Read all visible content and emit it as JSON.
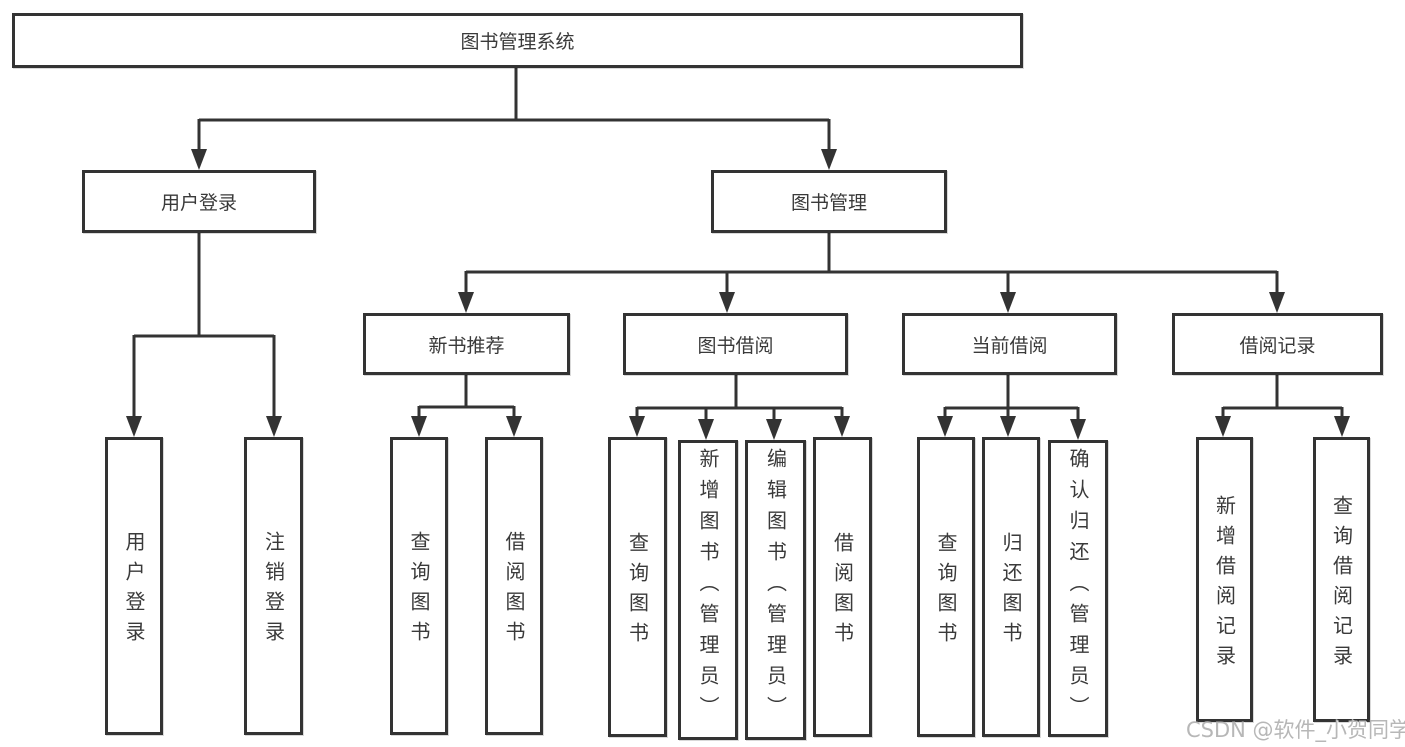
{
  "diagram": {
    "root": "图书管理系统",
    "watermark": "CSDN @软件_小贺同学",
    "branches": {
      "user_login": {
        "label": "用户登录",
        "children": [
          "用户登录",
          "注销登录"
        ]
      },
      "book_mgmt": {
        "label": "图书管理",
        "groups": {
          "new_books": {
            "label": "新书推荐",
            "children": [
              "查询图书",
              "借阅图书"
            ]
          },
          "borrowing": {
            "label": "图书借阅",
            "children": [
              "查询图书",
              "新增图书（管理员）",
              "编辑图书（管理员）",
              "借阅图书"
            ]
          },
          "current": {
            "label": "当前借阅",
            "children": [
              "查询图书",
              "归还图书",
              "确认归还（管理员）"
            ]
          },
          "records": {
            "label": "借阅记录",
            "children": [
              "新增借阅记录",
              "查询借阅记录"
            ]
          }
        }
      }
    },
    "colors": {
      "line": "#333333",
      "text": "#3a3a3a",
      "watermark": "#b7b7b7",
      "background": "#ffffff"
    }
  }
}
